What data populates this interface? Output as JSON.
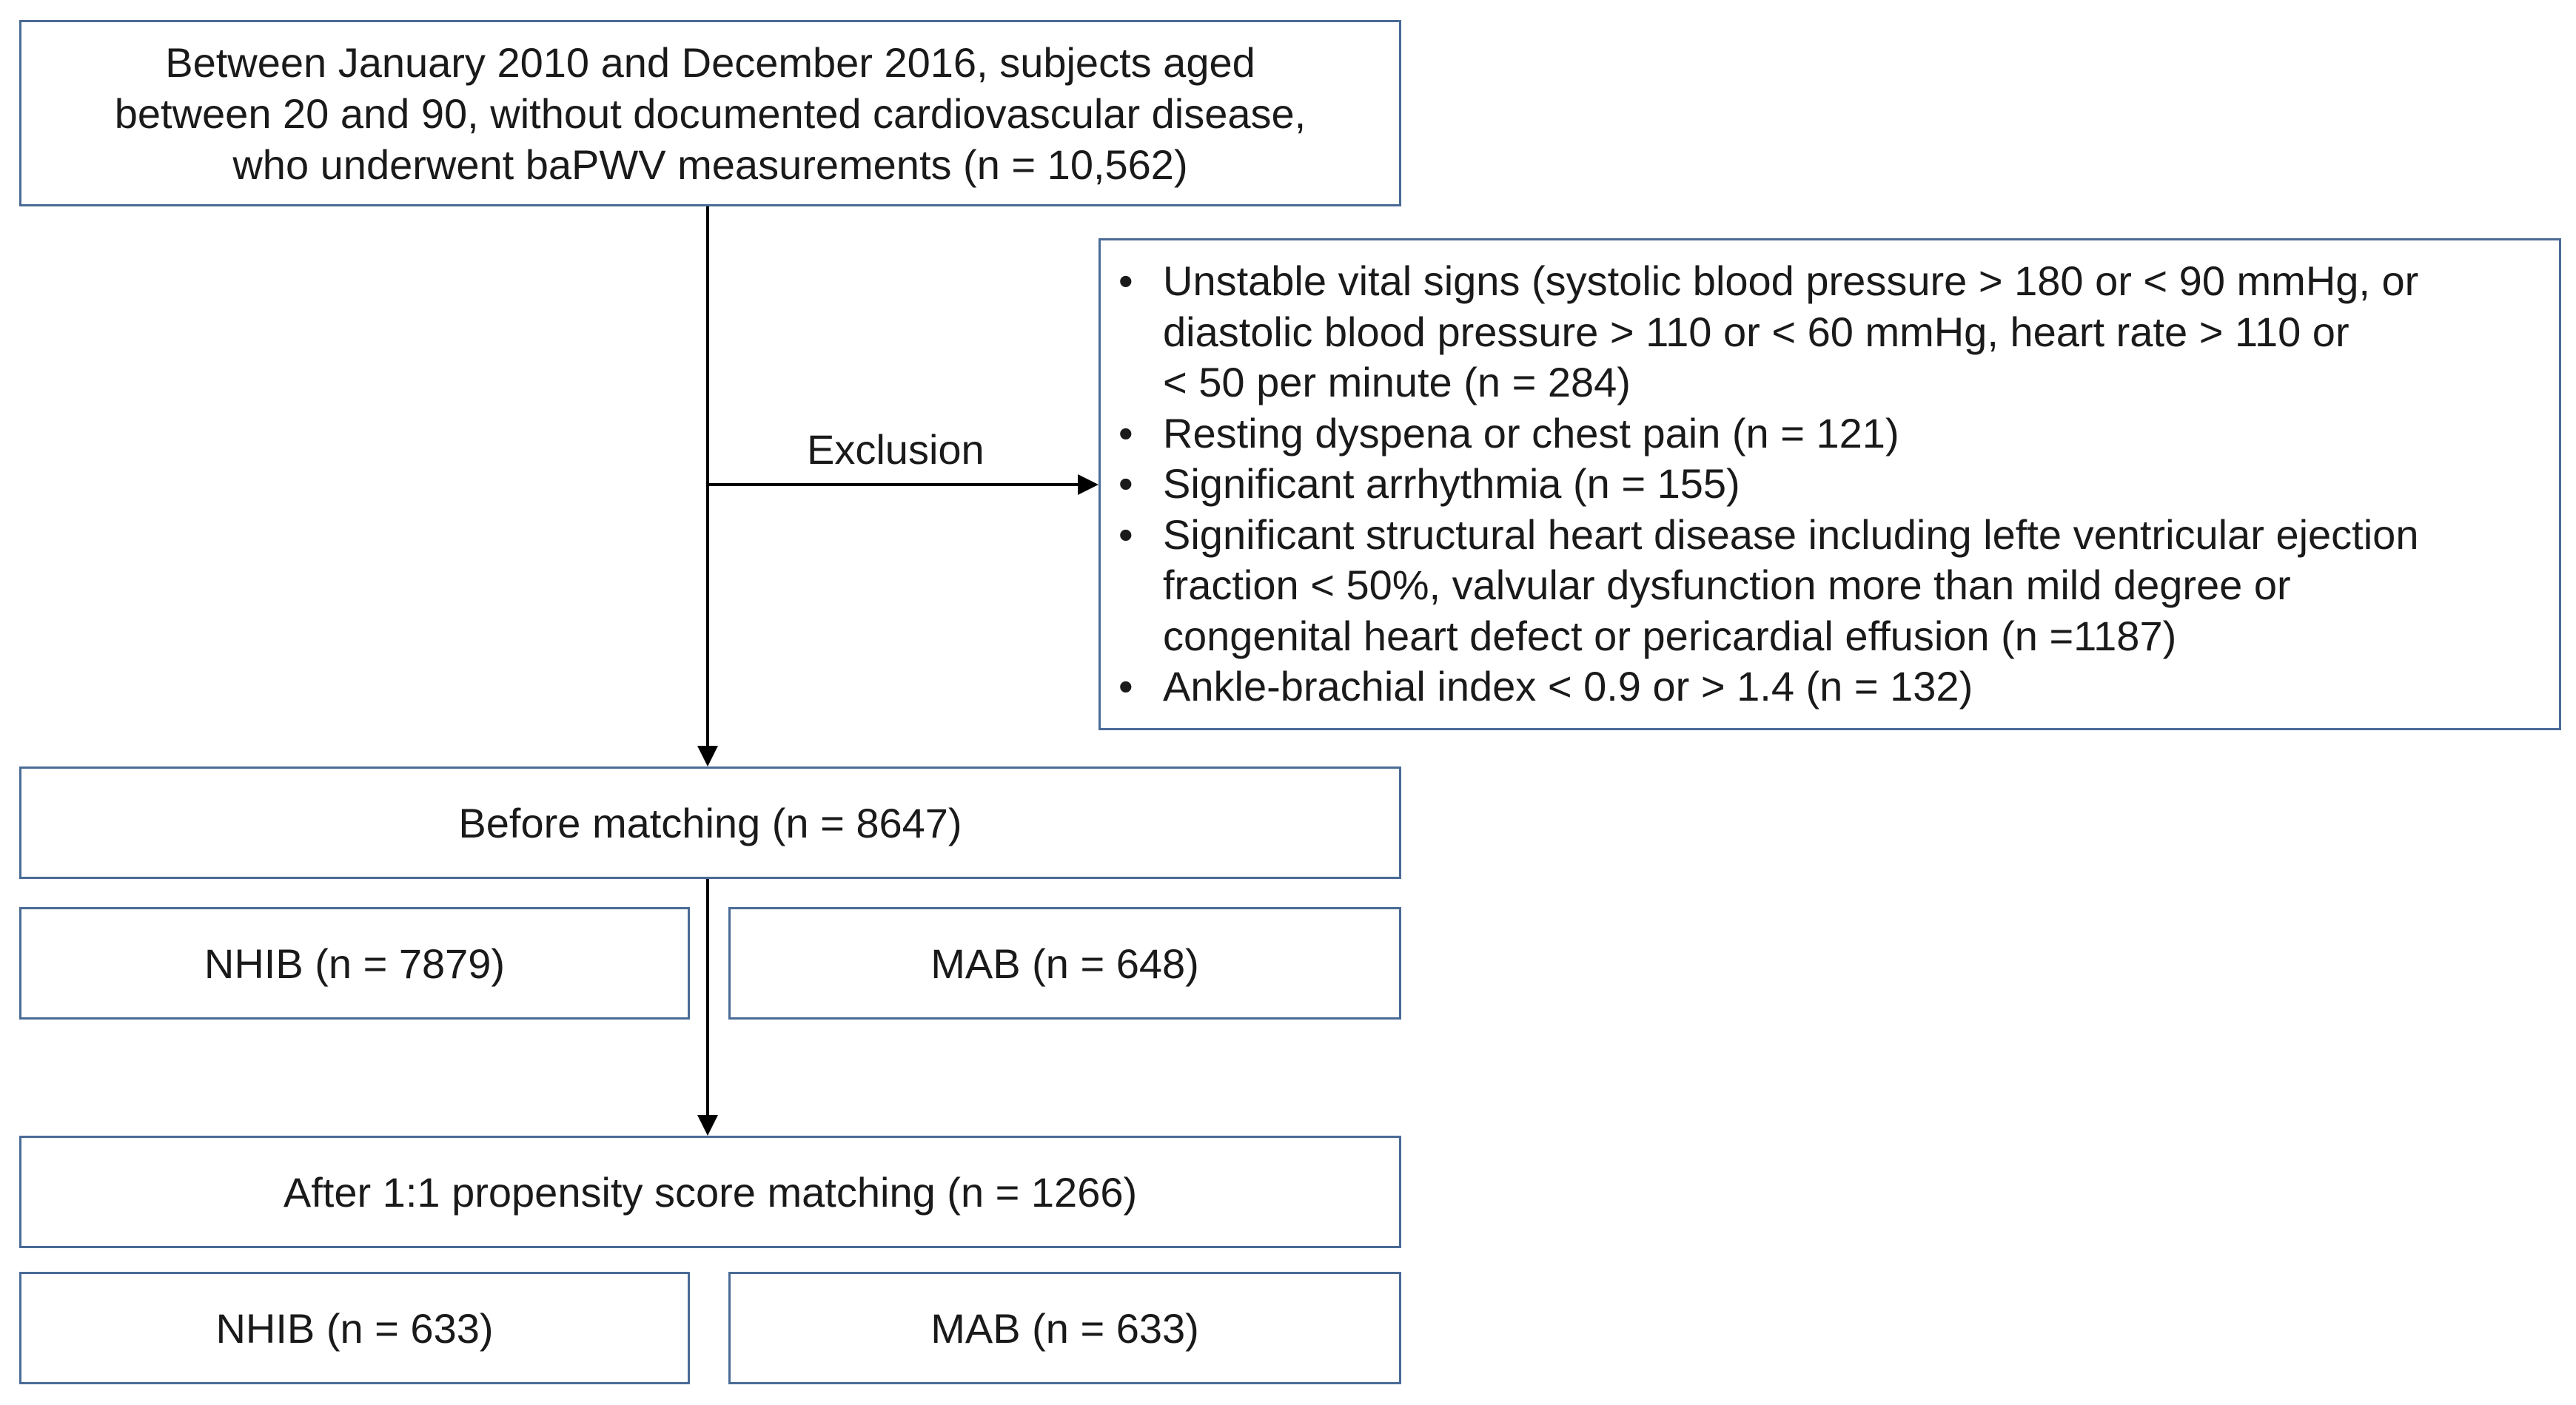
{
  "boxes": {
    "top": "Between January 2010 and December 2016, subjects aged\nbetween 20 and 90, without documented cardiovascular disease,\nwho underwent baPWV measurements (n = 10,562)",
    "exclusion_label": "Exclusion",
    "exclusion_items": [
      "Unstable vital signs (systolic blood pressure > 180 or < 90 mmHg, or\ndiastolic blood pressure > 110 or < 60 mmHg, heart rate > 110 or\n< 50 per minute (n = 284)",
      "Resting dyspena or chest pain (n = 121)",
      "Significant arrhythmia (n = 155)",
      "Significant structural heart disease including lefte ventricular ejection\nfraction < 50%, valvular dysfunction  more than mild degree or\ncongenital heart defect or pericardial effusion (n =1187)",
      "Ankle-brachial index < 0.9 or > 1.4 (n = 132)"
    ],
    "before": "Before matching (n = 8647)",
    "nhib_before": "NHIB (n = 7879)",
    "mab_before": "MAB (n = 648)",
    "after": "After 1:1 propensity score matching (n = 1266)",
    "nhib_after": "NHIB (n = 633)",
    "mab_after": "MAB (n = 633)"
  },
  "colors": {
    "box_border": "#4a6b96",
    "arrow": "#000000",
    "text": "#1a1a1a"
  }
}
